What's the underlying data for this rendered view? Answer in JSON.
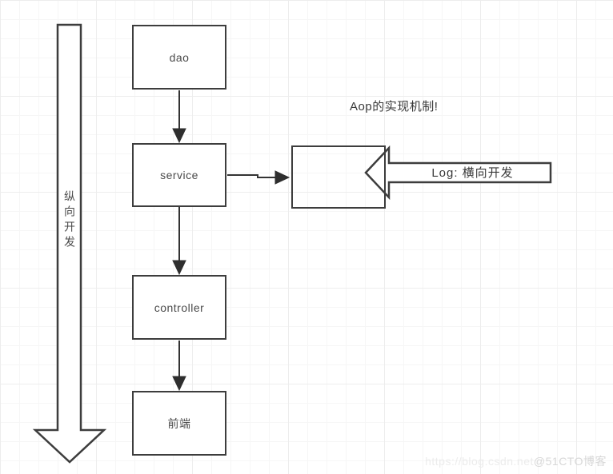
{
  "diagram": {
    "annotation": {
      "aop_title": "Aop的实现机制!"
    },
    "nodes": [
      {
        "id": "dao",
        "label": "dao"
      },
      {
        "id": "service",
        "label": "service"
      },
      {
        "id": "controller",
        "label": "controller"
      },
      {
        "id": "frontend",
        "label": "前端"
      },
      {
        "id": "aop-box",
        "label": ""
      }
    ],
    "edges": [
      {
        "from": "dao",
        "to": "service"
      },
      {
        "from": "service",
        "to": "controller"
      },
      {
        "from": "controller",
        "to": "frontend"
      },
      {
        "from": "service",
        "to": "aop-box"
      }
    ],
    "vertical_arrow": {
      "label": "纵向开发",
      "direction": "down"
    },
    "horizontal_arrow": {
      "label": "Log: 横向开发",
      "direction": "left"
    }
  },
  "watermark": {
    "url_text": "https://blog.csdn.net",
    "badge_text": "@51CTO博客"
  },
  "colors": {
    "shape_stroke": "#3d3d3d",
    "shape_fill": "#ffffff",
    "connector": "#2e2e2e",
    "text": "#4a4a4a",
    "grid_line": "#f3f3f3",
    "background": "#ffffff",
    "watermark": "#dadada"
  }
}
